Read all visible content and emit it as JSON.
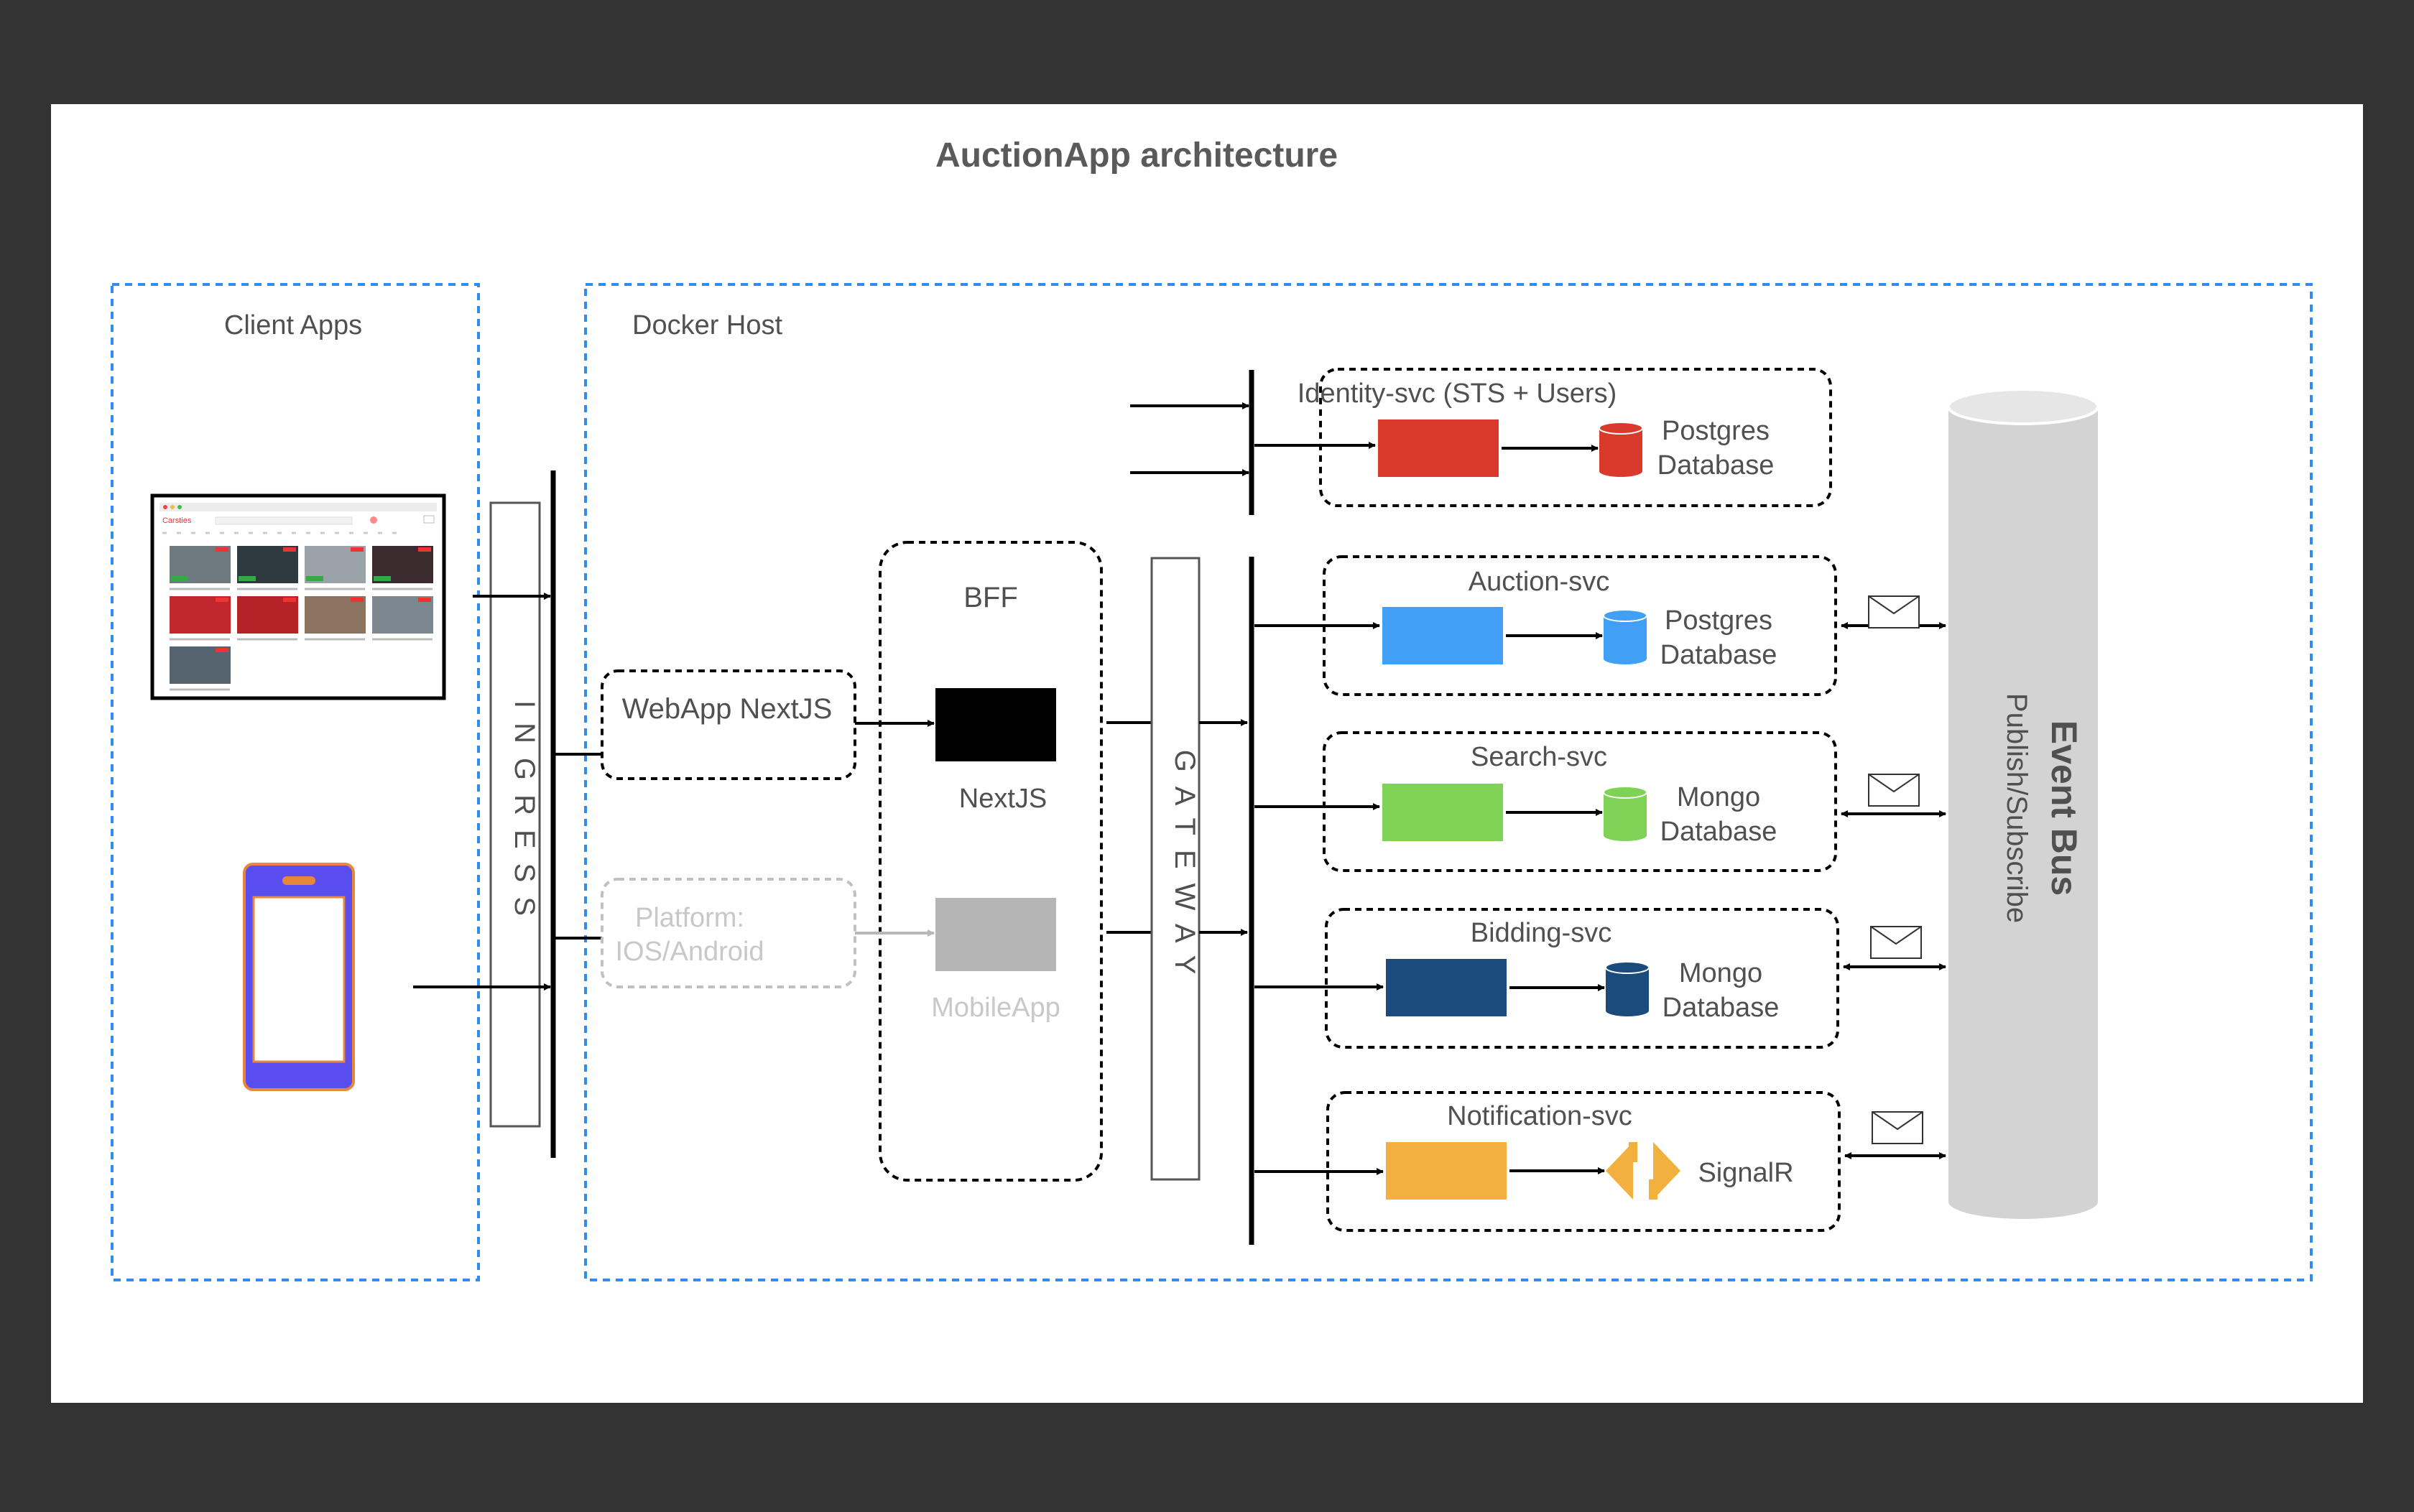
{
  "title": "AuctionApp architecture",
  "client_apps": {
    "label": "Client Apps"
  },
  "docker_host": {
    "label": "Docker Host"
  },
  "ingress_label": "INGRESS",
  "gateway_label": "GATEWAY",
  "bff": {
    "label": "BFF",
    "nextjs_label": "NextJS",
    "mobile_label": "MobileApp"
  },
  "webapp": {
    "label": "WebApp NextJS"
  },
  "platform": {
    "line1": "Platform:",
    "line2": "IOS/Android"
  },
  "services": [
    {
      "name": "Identity-svc (STS + Users)",
      "db_line1": "Postgres",
      "db_line2": "Database",
      "color": "#d93a2b",
      "db_color": "#d93a2b"
    },
    {
      "name": "Auction-svc",
      "db_line1": "Postgres",
      "db_line2": "Database",
      "color": "#41a0f5",
      "db_color": "#41a0f5"
    },
    {
      "name": "Search-svc",
      "db_line1": "Mongo",
      "db_line2": "Database",
      "color": "#7ed357",
      "db_color": "#7ed357"
    },
    {
      "name": "Bidding-svc",
      "db_line1": "Mongo",
      "db_line2": "Database",
      "color": "#1b4a7d",
      "db_color": "#1b4a7d"
    },
    {
      "name": "Notification-svc",
      "db_line1": "SignalR",
      "db_line2": "",
      "color": "#f2b03e",
      "db_color": "#f2b03e"
    }
  ],
  "event_bus": {
    "title": "Event Bus",
    "subtitle": "Publish/Subscribe"
  },
  "colors": {
    "background": "#333333",
    "canvas": "#ffffff",
    "dashed_border": "#2f8cf0",
    "phone_body": "#5b4ef0",
    "phone_border": "#e8863a",
    "event_bus": "#d3d3d3",
    "text": "#505050",
    "muted": "#c8c8c8"
  },
  "screenshot_mock": {
    "brand": "Carsties"
  }
}
